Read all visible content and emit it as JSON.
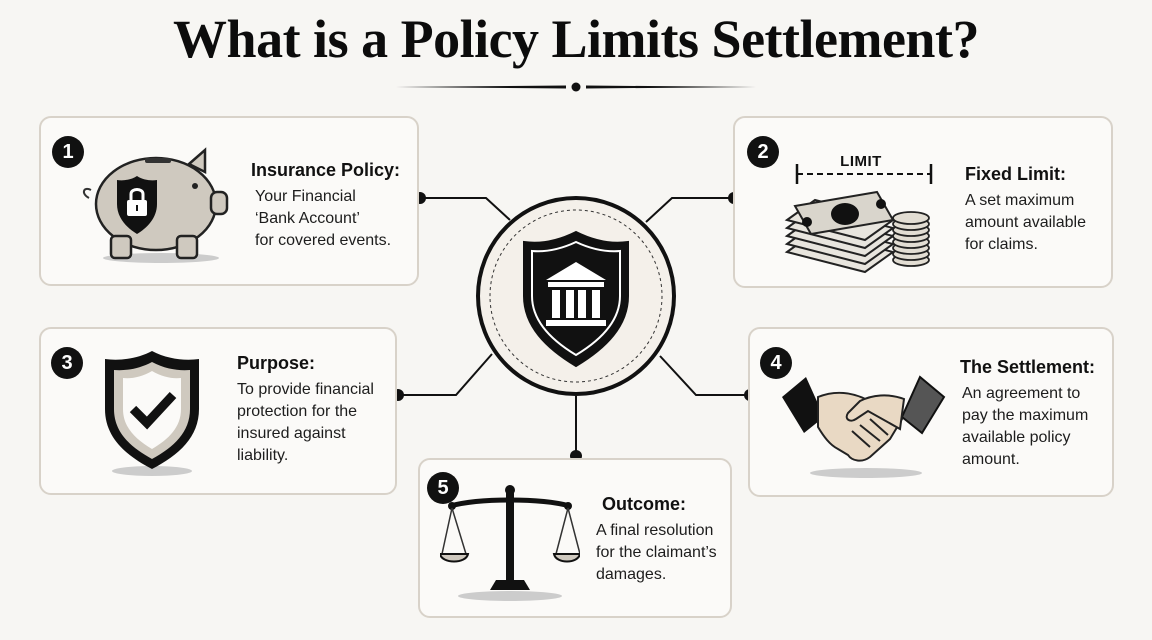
{
  "title": "What is a Policy Limits Settlement?",
  "center": {
    "icon": "bank-shield-icon"
  },
  "steps": [
    {
      "number": "1",
      "heading": "Insurance Policy:",
      "lines": [
        "Your Financial",
        "‘Bank Account’",
        "for covered events."
      ],
      "icon": "piggy-bank-lock-icon"
    },
    {
      "number": "2",
      "heading": "Fixed Limit:",
      "lines": [
        "A set maximum",
        "amount available",
        "for claims."
      ],
      "icon": "money-stack-icon",
      "icon_label": "LIMIT"
    },
    {
      "number": "3",
      "heading": "Purpose:",
      "lines": [
        "To provide financial",
        "protection for the",
        "insured against",
        "liability."
      ],
      "icon": "shield-check-icon"
    },
    {
      "number": "4",
      "heading": "The Settlement:",
      "lines": [
        "An agreement to",
        "pay the maximum",
        "available policy",
        "amount."
      ],
      "icon": "handshake-icon"
    },
    {
      "number": "5",
      "heading": "Outcome:",
      "lines": [
        "A final resolution",
        "for the claimant’s",
        "damages."
      ],
      "icon": "scales-icon"
    }
  ]
}
